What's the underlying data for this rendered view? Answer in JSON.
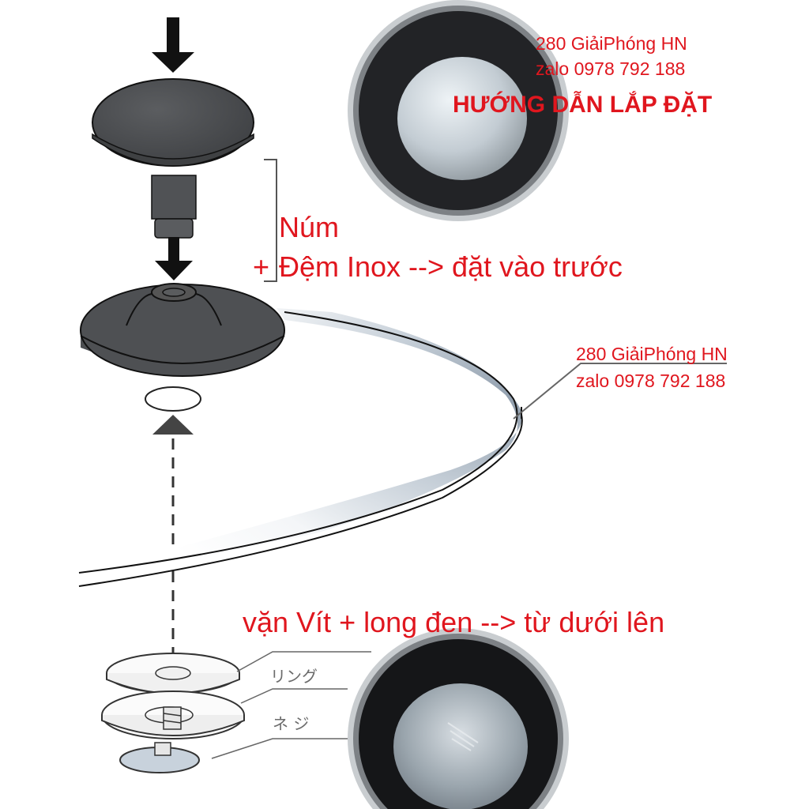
{
  "header": {
    "contact_address": "280 GiảiPhóng HN",
    "contact_zalo": "zalo 0978 792 188",
    "title": "HƯỚNG DẪN LẮP ĐẶT"
  },
  "steps": {
    "step1_line1": "Núm",
    "step1_plus": "+",
    "step1_line2": "Đệm Inox --> đặt vào trước",
    "step2": "vặn Vít + long đen --> từ dưới lên"
  },
  "side_contact": {
    "address": "280 GiảiPhóng HN",
    "zalo": "zalo 0978 792 188"
  },
  "diagram_labels": {
    "ring": "リング",
    "screw": "ネ ジ"
  },
  "parts": [
    "knob",
    "stainless-washer",
    "pot-lid",
    "ring-washer",
    "screw"
  ],
  "colors": {
    "text_red": "#e0161e",
    "knob_dark": "#4a4c4e",
    "lid_shade": "#aab4c0",
    "line": "#222222"
  }
}
